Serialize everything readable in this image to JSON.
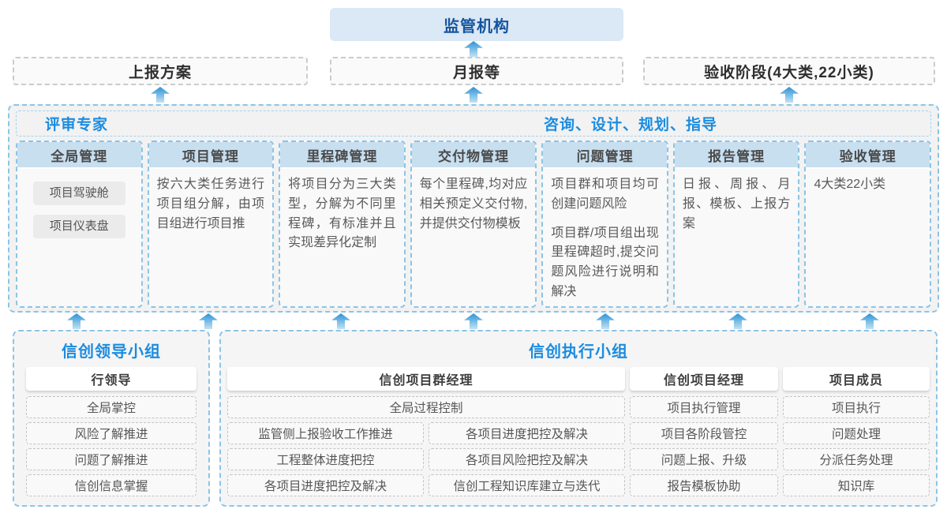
{
  "top": {
    "regulator": "监管机构",
    "channels": [
      {
        "label": "上报方案"
      },
      {
        "label": "月报等"
      },
      {
        "label": "验收阶段(4大类,22小类)"
      }
    ]
  },
  "middle": {
    "left_role": "评审专家",
    "right_role": "咨询、设计、规划、指导",
    "columns": [
      {
        "title": "全局管理",
        "pills": [
          "项目驾驶舱",
          "项目仪表盘"
        ]
      },
      {
        "title": "项目管理",
        "paragraphs": [
          "按六大类任务进行项目组分解，由项目组进行项目推"
        ]
      },
      {
        "title": "里程碑管理",
        "paragraphs": [
          "将项目分为三大类型，分解为不同里程碑，有标准并且实现差异化定制"
        ]
      },
      {
        "title": "交付物管理",
        "paragraphs": [
          "每个里程碑,均对应相关预定义交付物,并提供交付物模板"
        ]
      },
      {
        "title": "问题管理",
        "paragraphs": [
          "项目群和项目均可创建问题风险",
          "项目群/项目组出现里程碑超时,提交问题风险进行说明和解决"
        ]
      },
      {
        "title": "报告管理",
        "paragraphs": [
          "日报、周报、月报、模板、上报方案"
        ]
      },
      {
        "title": "验收管理",
        "paragraphs": [
          "4大类22小类"
        ]
      }
    ]
  },
  "bottom": {
    "leader_group": {
      "title": "信创领导小组",
      "role": "行领导",
      "items": [
        "全局掌控",
        "风险了解推进",
        "问题了解推进",
        "信创信息掌握"
      ]
    },
    "exec_group": {
      "title": "信创执行小组",
      "program_manager": {
        "role": "信创项目群经理",
        "full_item": "全局过程控制",
        "col1": [
          "监管侧上报验收工作推进",
          "工程整体进度把控",
          "各项目进度把控及解决"
        ],
        "col2": [
          "各项目进度把控及解决",
          "各项目风险把控及解决",
          "信创工程知识库建立与迭代"
        ]
      },
      "project_manager": {
        "role": "信创项目经理",
        "items": [
          "项目执行管理",
          "项目各阶段管控",
          "问题上报、升级",
          "报告模板协助"
        ]
      },
      "member": {
        "role": "项目成员",
        "items": [
          "项目执行",
          "问题处理",
          "分派任务处理",
          "知识库"
        ]
      }
    }
  },
  "colors": {
    "accent_blue": "#1b8ce0",
    "dark_blue": "#15569e",
    "regulator_fill": "#dbe8f5",
    "column_header_fill": "#c8dff0",
    "dashed_blue_border": "#8cc4e6",
    "arrow_blue": "#2e93d5"
  }
}
